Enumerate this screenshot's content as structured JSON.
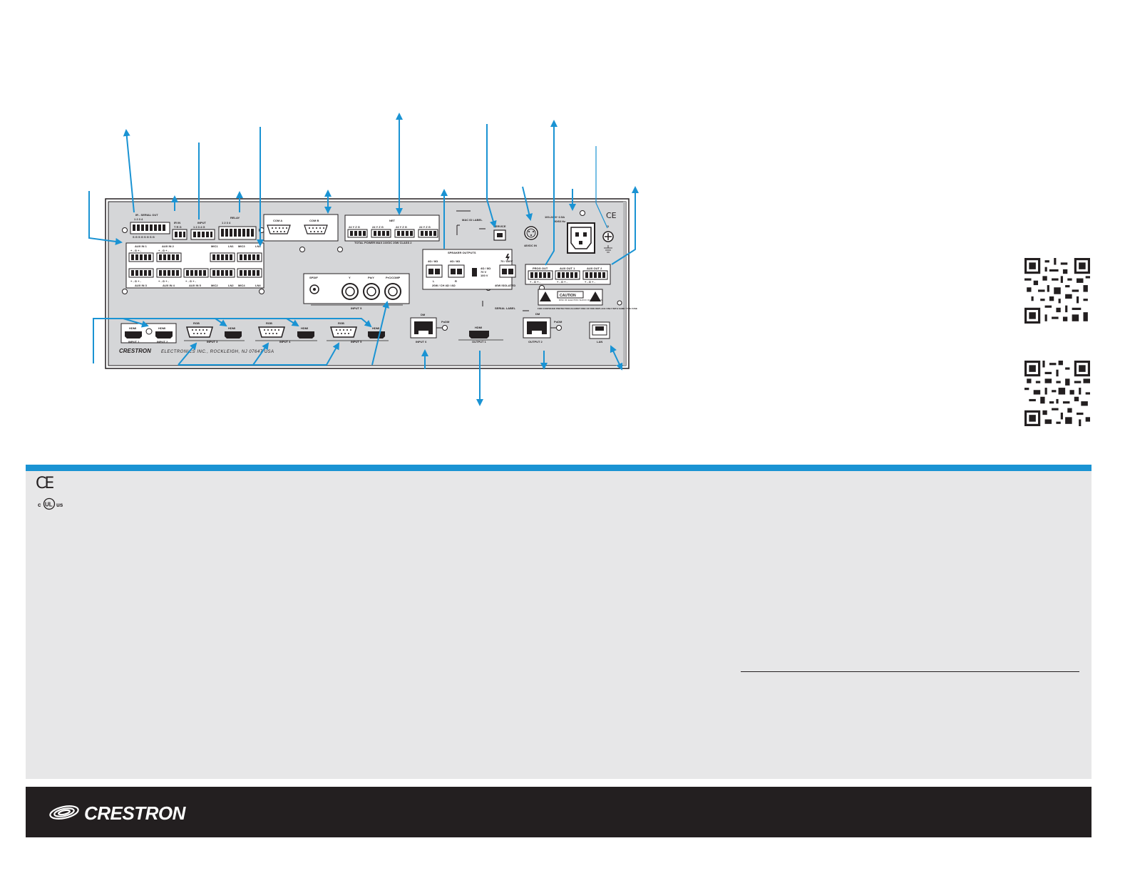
{
  "device": {
    "brand": "CRESTRON",
    "address": "ELECTRONICS INC., ROCKLEIGH, NJ 07647 USA",
    "ports": {
      "ir_serial_out": "IR - SERIAL OUT",
      "ir_serial_nums": "1    2    3    4",
      "ir_serial_pins": "S G S G S G S G",
      "ir_in": "IR IN",
      "ir_in_pins": "T R G",
      "input": "INPUT",
      "input_pins": "1 2 3 4 G",
      "relay": "RELAY",
      "relay_nums": "1  2  3  4",
      "com_a": "COM A",
      "com_b": "COM B",
      "net": "NET",
      "net_pins": "24 Y Z G",
      "net_power": "TOTAL POWER MAX 24VDC 20W CLASS 2",
      "mac_id_label": "MAC ID LABEL",
      "service": "SERVICE",
      "dc_in": "48VDC IN",
      "ac_rating": "100-240V~2.5A",
      "ac_freq": "50/60 Hz",
      "ce": "CE",
      "ground": "G",
      "aux_in_1": "AUX IN 1",
      "aux_in_2": "AUX IN 2",
      "aux_in_3": "AUX IN 3",
      "aux_in_4": "AUX IN 4",
      "aux_in_5": "AUX IN 5",
      "mic1": "MIC1",
      "mic2": "MIC2",
      "mic3": "MIC3",
      "mic4": "MIC4",
      "ln1": "LN1",
      "ln2": "LN2",
      "ln3": "LN3",
      "ln4": "LN4",
      "terminal_pins": "+  -  G  +  -",
      "speaker_outputs": "SPEAKER OUTPUTS",
      "ohm_4_8_a": "4Ω / 8Ω",
      "ohm_4_8_b": "4Ω / 8Ω",
      "ohm_70_100": "70 / 100V",
      "speaker_left": "L",
      "speaker_right": "R",
      "speaker_power": "20W / CH 4Ω / 8Ω",
      "switch_opt1": "4Ω / 8Ω",
      "switch_opt2": "70 V",
      "switch_opt3": "100 V",
      "isolated": "40W ISOLATED",
      "prog_out": "PROG OUT",
      "aux_out_1": "AUX OUT 1",
      "aux_out_2": "AUX OUT 2",
      "caution": "CAUTION",
      "caution_sub": "RISK OF ELECTRIC SHOCK DO NOT OPEN",
      "caution_warn": "FOR CONTINUED PROTECTION AGAINST RISK OF FIRE REPLACE ONLY WITH SAME TYPE FUSE",
      "spdif": "SPDIF",
      "y": "Y",
      "pb_y": "Pb/Y",
      "pr_c_comp": "PrC/COMP",
      "input_5": "INPUT 5",
      "serial_label": "SERIAL LABEL",
      "hdmi": "HDMI",
      "rgb": "RGB",
      "input_1": "INPUT 1",
      "input_2": "INPUT 2",
      "input_3": "INPUT 3",
      "input_4": "INPUT 4",
      "input_6_dm": "INPUT 6",
      "dm": "DM",
      "poe": "PoDM",
      "output_1": "OUTPUT 1",
      "output_2": "OUTPUT 2",
      "lan": "LAN"
    }
  },
  "colors": {
    "accent_blue": "#1a93d3",
    "panel_gray": "#e7e7e8",
    "footer_dark": "#231f20",
    "device_gray": "#d5d6d8"
  },
  "certifications": {
    "ce": "CE",
    "ul_c": "c",
    "ul_mark": "UL",
    "ul_us": "us"
  },
  "footer": {
    "logo_text": "CRESTRON"
  },
  "icons": [
    "ce-mark-icon",
    "ul-listed-icon",
    "qr-code-icon",
    "crestron-swirl-icon",
    "caution-triangle-icon",
    "ground-symbol-icon"
  ]
}
